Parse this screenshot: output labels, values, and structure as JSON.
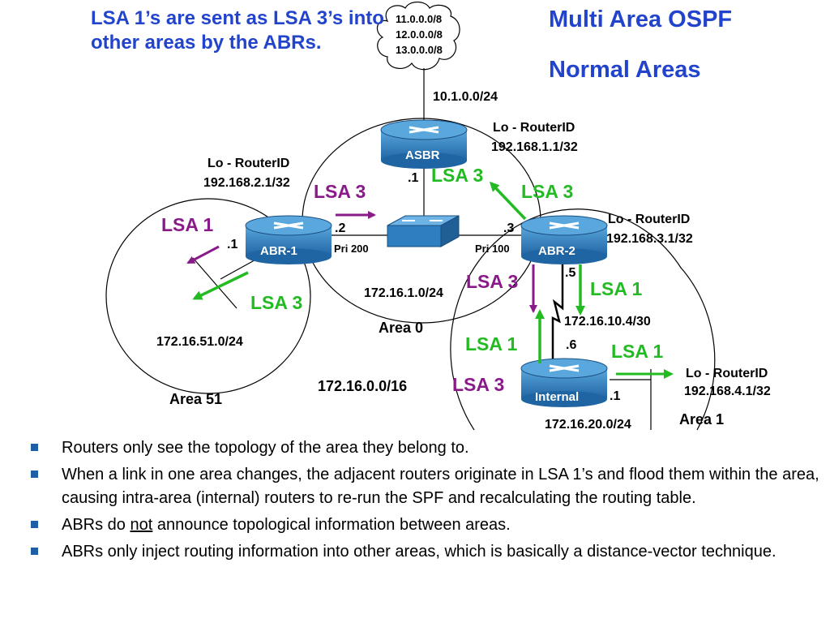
{
  "header": {
    "caption": "LSA 1’s are sent as LSA 3’s into other areas by the ABRs.",
    "title_line1": "Multi Area OSPF",
    "title_line2": "Normal Areas"
  },
  "diagram": {
    "cloud_networks": [
      "11.0.0.0/8",
      "12.0.0.0/8",
      "13.0.0.0/8"
    ],
    "external_link": "10.1.0.0/24",
    "routers": {
      "asbr": {
        "name": "ASBR",
        "loopback_label": "Lo - RouterID",
        "router_id": "192.168.1.1/32",
        "iface": ".1"
      },
      "abr1": {
        "name": "ABR-1",
        "loopback_label": "Lo - RouterID",
        "router_id": "192.168.2.1/32",
        "iface_area0": ".2",
        "iface_area51": ".1",
        "priority": "Pri 200"
      },
      "abr2": {
        "name": "ABR-2",
        "loopback_label": "Lo - RouterID",
        "router_id": "192.168.3.1/32",
        "iface_area0": ".3",
        "iface_area1": ".5",
        "priority": "Pri 100"
      },
      "internal": {
        "name": "Internal",
        "loopback_label": "Lo - RouterID",
        "router_id": "192.168.4.1/32",
        "iface_serial": ".6",
        "iface_lan": ".1"
      }
    },
    "networks": {
      "area0_lan": "172.16.1.0/24",
      "area51_lan": "172.16.51.0/24",
      "serial_link": "172.16.10.4/30",
      "area1_lan": "172.16.20.0/24",
      "summary": "172.16.0.0/16"
    },
    "areas": {
      "area0": "Area 0",
      "area51": "Area 51",
      "area1": "Area 1"
    },
    "lsa_labels": {
      "lsa3_area0_purple": "LSA 3",
      "lsa3_asbr_green": "LSA 3",
      "lsa3_abr2_green": "LSA 3",
      "lsa1_area51_purple": "LSA 1",
      "lsa3_area51_green": "LSA 3",
      "lsa3_abr2_purple": "LSA 3",
      "lsa1_abr2_green": "LSA 1",
      "lsa1_internal_green": "LSA 1",
      "lsa1_internal_right_green": "LSA 1",
      "lsa3_internal_purple": "LSA 3"
    },
    "colors": {
      "lsa1_purple": "#8a1a8a",
      "lsa_green": "#22bb22",
      "router_blue": "#2f7fc0",
      "title_blue": "#2244cc"
    }
  },
  "bullets": [
    {
      "text": "Routers only see the topology of the area they belong to."
    },
    {
      "text": "When a link in one area changes, the adjacent routers originate in LSA 1’s and flood them within the area, causing intra-area (internal) routers to re-run the SPF and recalculating the routing table."
    },
    {
      "pre": "ABRs do ",
      "underlined": "not",
      "post": " announce topological information between areas."
    },
    {
      "text": "ABRs only inject routing information into other areas, which is basically a distance-vector technique."
    }
  ]
}
